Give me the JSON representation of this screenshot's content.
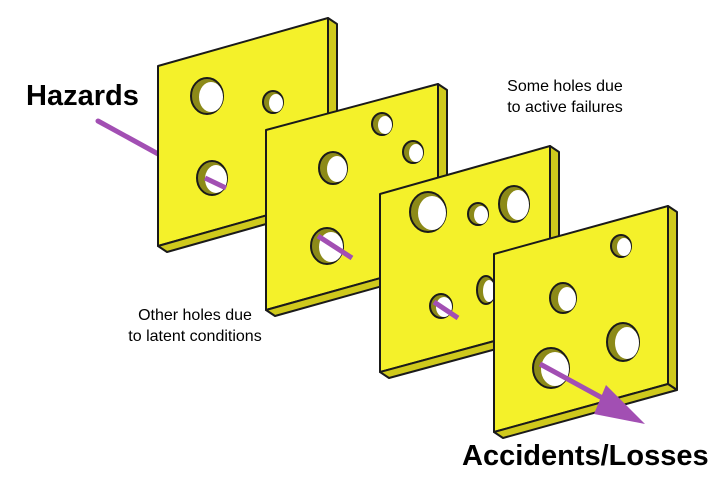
{
  "labels": {
    "hazards": "Hazards",
    "accidents": "Accidents/Losses",
    "active_line1": "Some holes due",
    "active_line2": "to active failures",
    "latent_line1": "Other holes due",
    "latent_line2": "to latent conditions"
  },
  "colors": {
    "slice_face": "#f4f12a",
    "slice_edge": "#cfc91c",
    "hole": "#ffffff",
    "hole_shadow": "#8c8a18",
    "outline": "#1a1a1a",
    "arrow": "#a24fb3"
  }
}
